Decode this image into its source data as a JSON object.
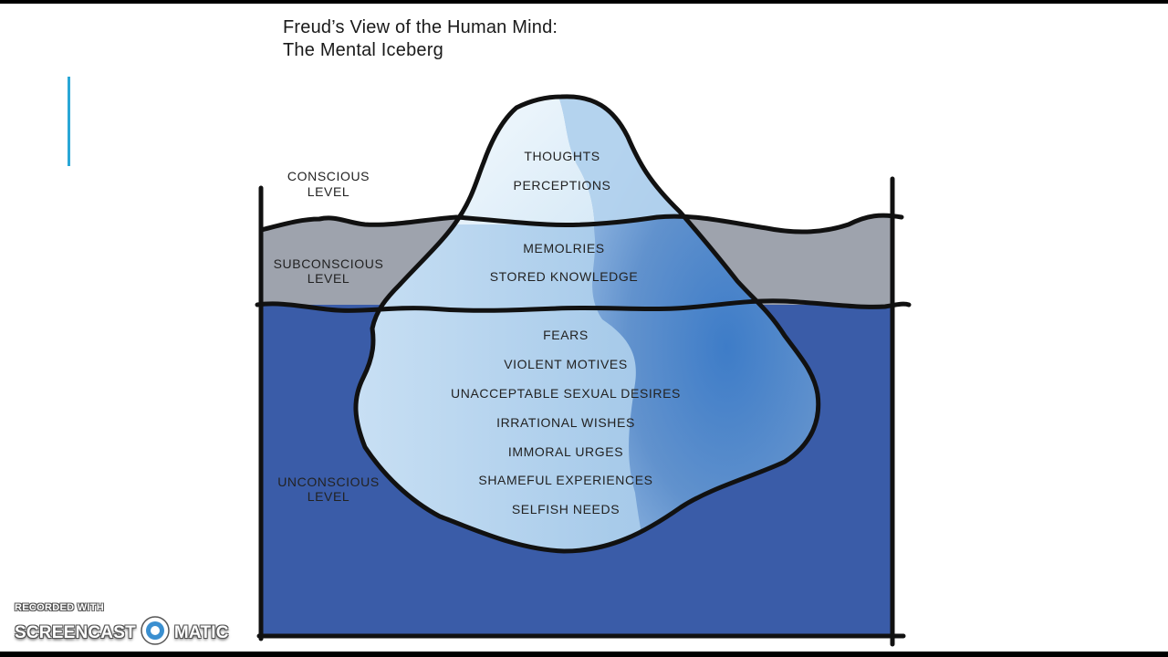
{
  "title": {
    "line1": "Freud’s View of the Human Mind:",
    "line2": "The Mental Iceberg"
  },
  "levels": {
    "conscious": [
      "CONSCIOUS",
      "LEVEL"
    ],
    "subconscious": [
      "SUBCONSCIOUS",
      "LEVEL"
    ],
    "unconscious": [
      "UNCONSCIOUS",
      "LEVEL"
    ]
  },
  "iceberg": {
    "tip": [
      "THOUGHTS",
      "PERCEPTIONS"
    ],
    "middle": [
      "MEMOLRIES",
      "STORED KNOWLEDGE"
    ],
    "base": [
      "FEARS",
      "VIOLENT MOTIVES",
      "UNACCEPTABLE SEXUAL DESIRES",
      "IRRATIONAL WISHES",
      "IMMORAL URGES",
      "SHAMEFUL EXPERIENCES",
      "SELFISH NEEDS"
    ]
  },
  "colors": {
    "deep_water": "#3a5ca8",
    "mid_water": "#9ea3ad",
    "ice_light": "#e8f3fb",
    "ice_mid": "#a9cdeb",
    "ice_dark": "#2f70c0",
    "accent": "#2aa7d6"
  },
  "watermark": {
    "recorded": "RECORDED WITH",
    "brand_left": "SCREENCAST",
    "brand_right": "MATIC",
    "logo": "record-circle-icon"
  }
}
